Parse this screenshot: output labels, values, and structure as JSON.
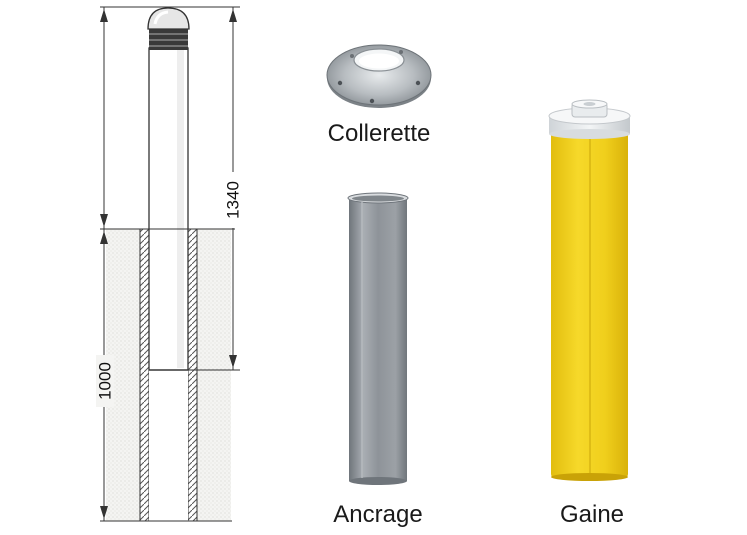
{
  "drawing": {
    "dim_total": "1340",
    "dim_embed": "1000"
  },
  "parts": {
    "collerette": "Collerette",
    "ancrage": "Ancrage",
    "gaine": "Gaine"
  },
  "colors": {
    "gaine_yellow": "#f2d21a",
    "steel": "#9aa0a6",
    "line": "#333333"
  }
}
